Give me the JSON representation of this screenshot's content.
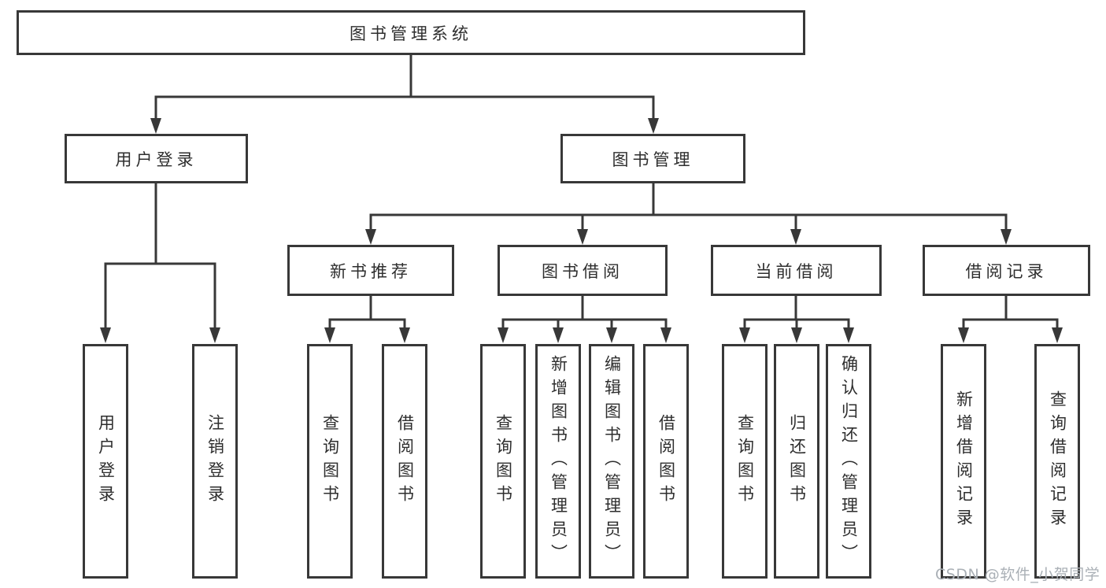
{
  "tree": {
    "label": "图书管理系统",
    "children": [
      {
        "label": "用户登录",
        "children": [
          {
            "label": "用户登录"
          },
          {
            "label": "注销登录"
          }
        ]
      },
      {
        "label": "图书管理",
        "children": [
          {
            "label": "新书推荐",
            "children": [
              {
                "label": "查询图书"
              },
              {
                "label": "借阅图书"
              }
            ]
          },
          {
            "label": "图书借阅",
            "children": [
              {
                "label": "查询图书"
              },
              {
                "label": "新增图书（管理员）"
              },
              {
                "label": "编辑图书（管理员）"
              },
              {
                "label": "借阅图书"
              }
            ]
          },
          {
            "label": "当前借阅",
            "children": [
              {
                "label": "查询图书"
              },
              {
                "label": "归还图书"
              },
              {
                "label": "确认归还（管理员）"
              }
            ]
          },
          {
            "label": "借阅记录",
            "children": [
              {
                "label": "新增借阅记录"
              },
              {
                "label": "查询借阅记录"
              }
            ]
          }
        ]
      }
    ]
  },
  "watermark": {
    "text": "CSDN @软件_小贺同学"
  },
  "colors": {
    "line": "#383838",
    "box_border": "#383838",
    "text": "#2e2e2e",
    "background": "#ffffff",
    "watermark": "#aab0b6"
  }
}
